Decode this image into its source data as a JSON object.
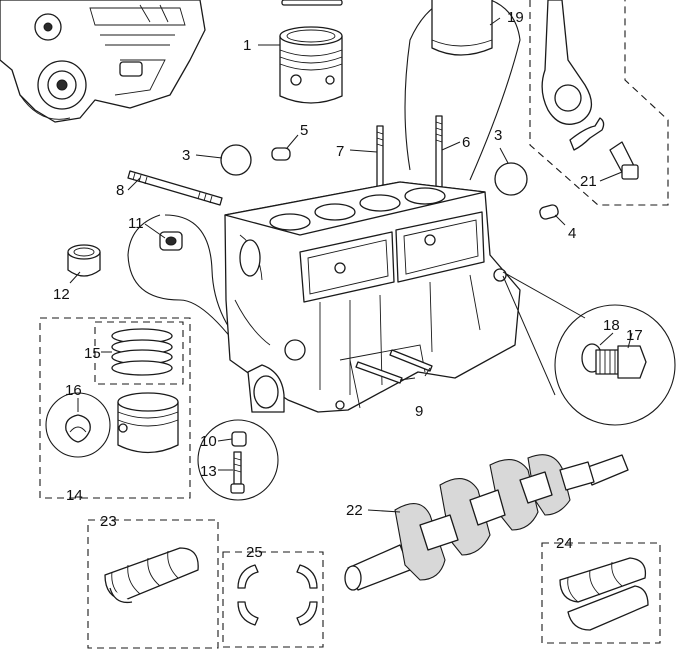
{
  "callouts": [
    {
      "id": "c1",
      "text": "1"
    },
    {
      "id": "c3a",
      "text": "3"
    },
    {
      "id": "c3b",
      "text": "3"
    },
    {
      "id": "c4",
      "text": "4"
    },
    {
      "id": "c5",
      "text": "5"
    },
    {
      "id": "c6",
      "text": "6"
    },
    {
      "id": "c7",
      "text": "7"
    },
    {
      "id": "c8",
      "text": "8"
    },
    {
      "id": "c9",
      "text": "9"
    },
    {
      "id": "c10",
      "text": "10"
    },
    {
      "id": "c11",
      "text": "11"
    },
    {
      "id": "c12",
      "text": "12"
    },
    {
      "id": "c13",
      "text": "13"
    },
    {
      "id": "c14",
      "text": "14"
    },
    {
      "id": "c15",
      "text": "15"
    },
    {
      "id": "c16",
      "text": "16"
    },
    {
      "id": "c17",
      "text": "17"
    },
    {
      "id": "c18",
      "text": "18"
    },
    {
      "id": "c19",
      "text": "19"
    },
    {
      "id": "c21",
      "text": "21"
    },
    {
      "id": "c22",
      "text": "22"
    },
    {
      "id": "c23",
      "text": "23"
    },
    {
      "id": "c24",
      "text": "24"
    },
    {
      "id": "c25",
      "text": "25"
    }
  ]
}
